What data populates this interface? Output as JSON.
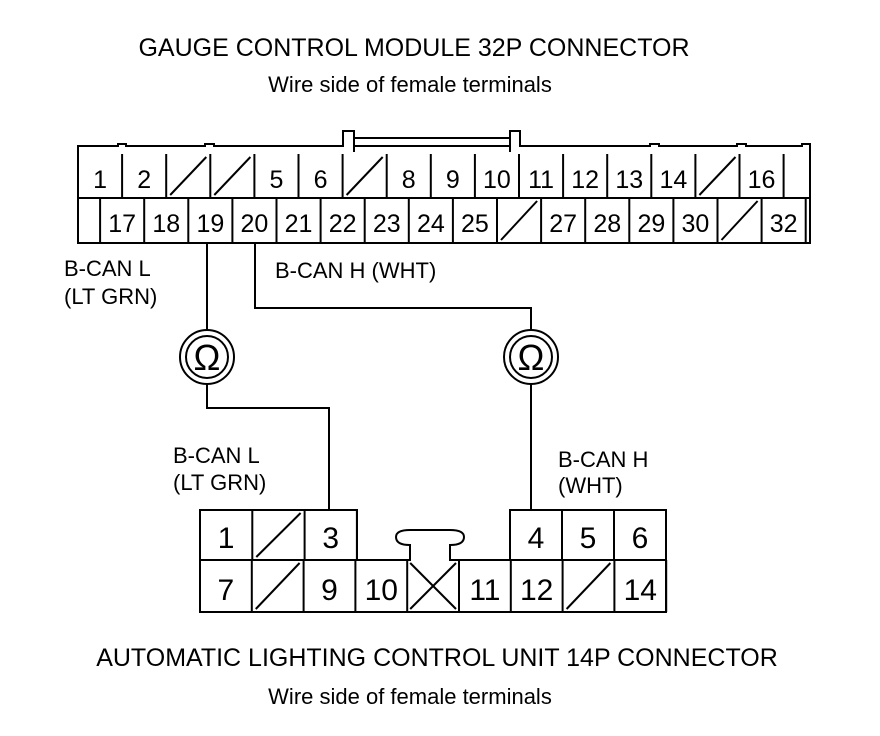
{
  "top_connector": {
    "title": "GAUGE CONTROL MODULE 32P CONNECTOR",
    "subtitle": "Wire side of female terminals",
    "row1": [
      "1",
      "2",
      "/",
      "/",
      "5",
      "6",
      "/",
      "8",
      "9",
      "10",
      "11",
      "12",
      "13",
      "14",
      "/",
      "16"
    ],
    "row2": [
      "",
      "17",
      "18",
      "19",
      "20",
      "21",
      "22",
      "23",
      "24",
      "25",
      "/",
      "27",
      "28",
      "29",
      "30",
      "/",
      "32"
    ]
  },
  "bottom_connector": {
    "title": "AUTOMATIC LIGHTING CONTROL UNIT 14P CONNECTOR",
    "subtitle": "Wire side of female terminals",
    "row1_left": [
      "1",
      "/",
      "3"
    ],
    "row1_right": [
      "4",
      "5",
      "6"
    ],
    "row2": [
      "7",
      "/",
      "9",
      "10",
      "X",
      "11",
      "12",
      "/",
      "14"
    ]
  },
  "wire_labels": {
    "bcan_l_top": [
      "B-CAN L",
      "(LT GRN)"
    ],
    "bcan_h_top": "B-CAN H (WHT)",
    "bcan_l_bottom": [
      "B-CAN L",
      "(LT GRN)"
    ],
    "bcan_h_bottom": [
      "B-CAN H",
      "(WHT)"
    ]
  },
  "meters": {
    "left_symbol": "Ω",
    "right_symbol": "Ω"
  }
}
